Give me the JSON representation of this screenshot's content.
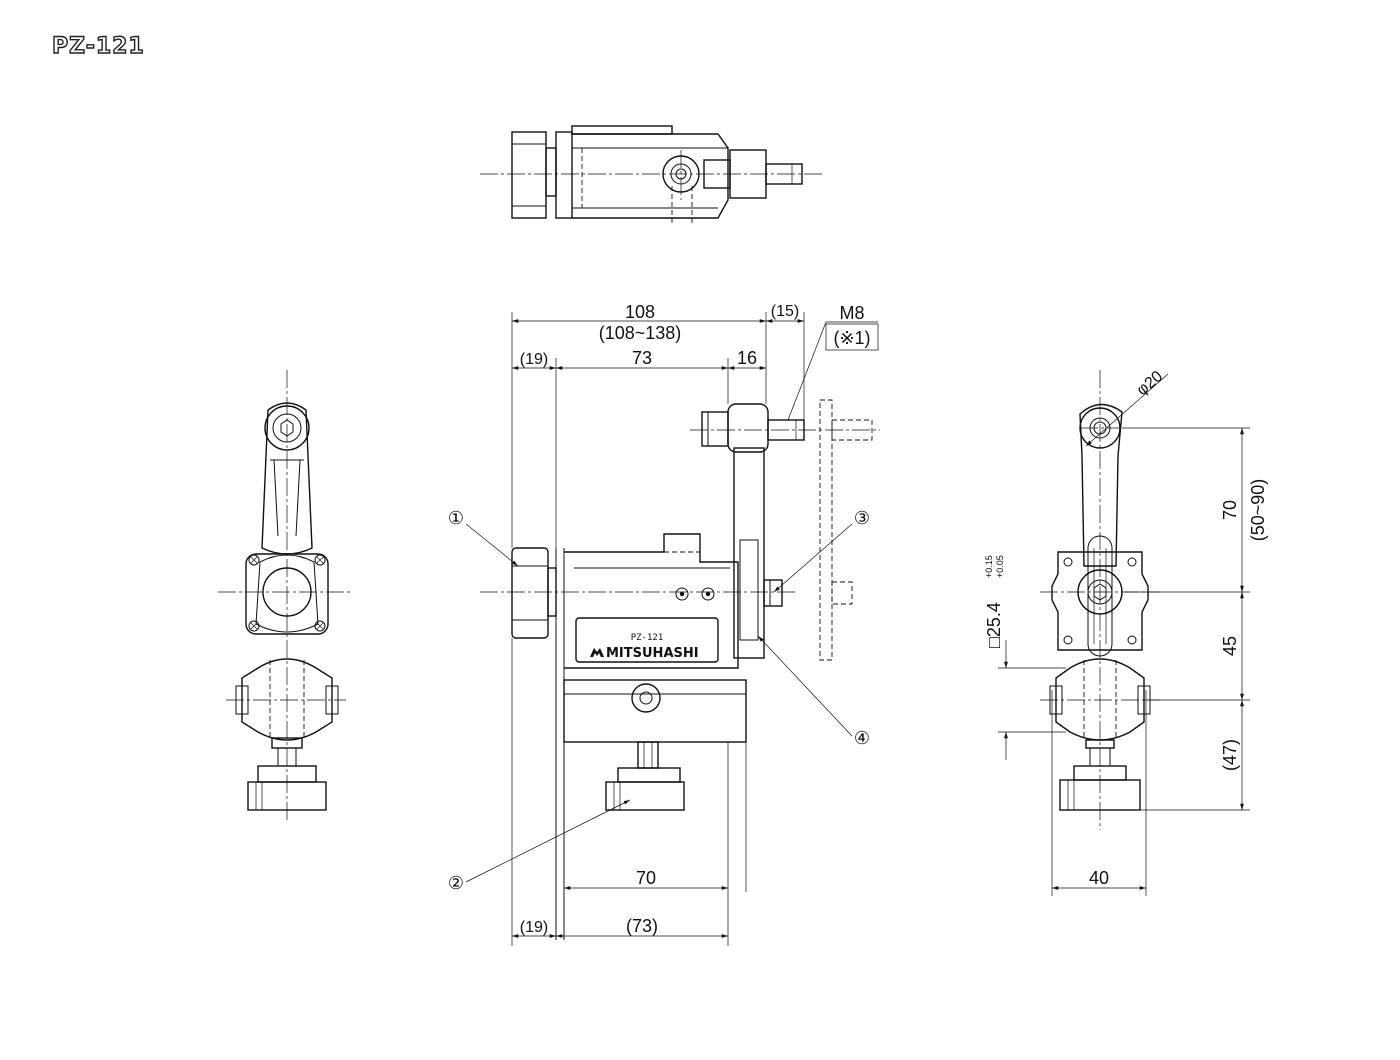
{
  "title": "PZ-121",
  "product_label": {
    "model": "PZ-121",
    "brand": "MITSUHASHI"
  },
  "dimensions": {
    "total_length": "108",
    "total_length_range": "(108~138)",
    "stroke_extension": "(15)",
    "thread": "M8",
    "thread_note": "(※1)",
    "left_offset_top": "(19)",
    "body_length": "73",
    "arm_width": "16",
    "base_length": "70",
    "left_offset_bottom": "(19)",
    "body_length_ref": "(73)",
    "handle_diameter": "φ20",
    "handle_height": "70",
    "handle_height_range": "(50~90)",
    "square_size": "□25.4",
    "tol_upper": "+0.15",
    "tol_lower": "+0.05",
    "lower_height": "45",
    "bottom_height": "(47)",
    "side_width": "40"
  },
  "callouts": [
    "①",
    "②",
    "③",
    "④"
  ],
  "colors": {
    "line": "#111111",
    "background": "#ffffff"
  }
}
